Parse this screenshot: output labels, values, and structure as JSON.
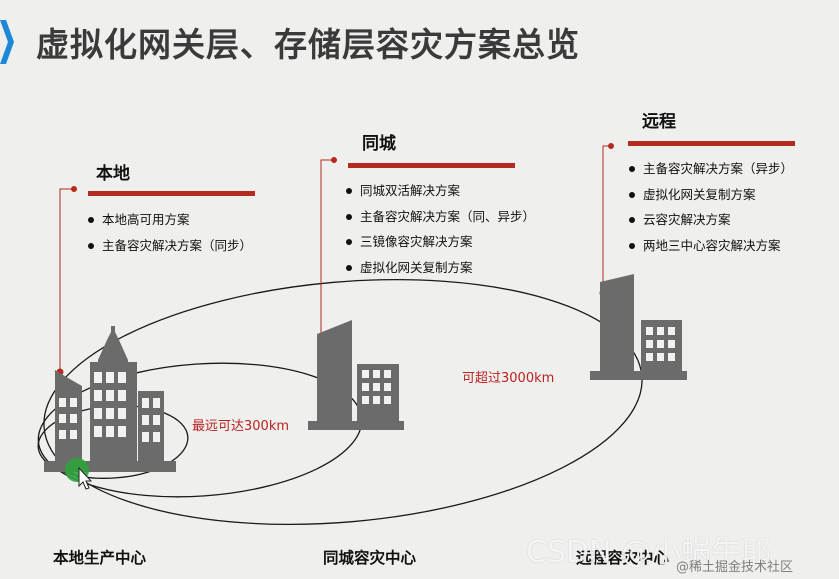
{
  "title": "虚拟化网关层、存储层容灾方案总览",
  "tiers": [
    {
      "name": "本地",
      "items": [
        "本地高可用方案",
        "主备容灾解决方案（同步）"
      ]
    },
    {
      "name": "同城",
      "items": [
        "同城双活解决方案",
        "主备容灾解决方案（同、异步）",
        "三镜像容灾解决方案",
        "虚拟化网关复制方案"
      ]
    },
    {
      "name": "远程",
      "items": [
        "主备容灾解决方案（异步）",
        "虚拟化网关复制方案",
        "云容灾解决方案",
        "两地三中心容灾解决方案"
      ]
    }
  ],
  "distances": {
    "near": "最远可达300km",
    "far": "可超过3000km"
  },
  "sites": [
    "本地生产中心",
    "同城容灾中心",
    "远程容灾中心"
  ],
  "watermark": {
    "main": "CSDN @小蜗牛耶",
    "sub": "@稀土掘金技术社区"
  },
  "icons": [
    "chevron-icon",
    "building-icon",
    "cursor-icon"
  ],
  "colors": {
    "accent_red": "#b52a1f",
    "building_gray": "#6b6b6b",
    "title_gray": "#3a3a3a",
    "chevron_blue": "#1e88d8"
  }
}
